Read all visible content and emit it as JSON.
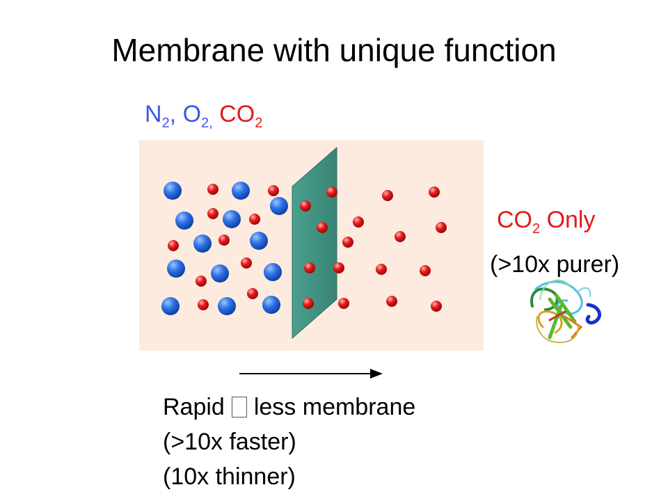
{
  "slide": {
    "title": "Membrane with unique function"
  },
  "feed_gases": {
    "n2_base": "N",
    "n2_sub": "2",
    "n2_sep": ",",
    "o2_base": " O",
    "o2_sub": "2,",
    "co2_base": " CO",
    "co2_sub": "2"
  },
  "output": {
    "co2_base": "CO",
    "co2_sub": "2",
    "only_label": " Only",
    "purity_note": "(>10x purer)"
  },
  "notes": {
    "line1_before": "Rapid",
    "line1_after": "less membrane",
    "line2": "(>10x faster)",
    "line3": "(10x thinner)"
  },
  "colors": {
    "n2_o2_text": "#3d57e6",
    "co2_text": "#e21a1a",
    "panel_background": "#fdebdf",
    "membrane": "#2f8b7a",
    "large_molecule": "#1a5fd6",
    "small_molecule": "#e0141a"
  },
  "icons": {
    "molecule_large": "blue-sphere",
    "molecule_small": "red-sphere",
    "membrane": "membrane-slab",
    "protein": "protein-ribbon-icon",
    "arrow": "right-arrow"
  }
}
